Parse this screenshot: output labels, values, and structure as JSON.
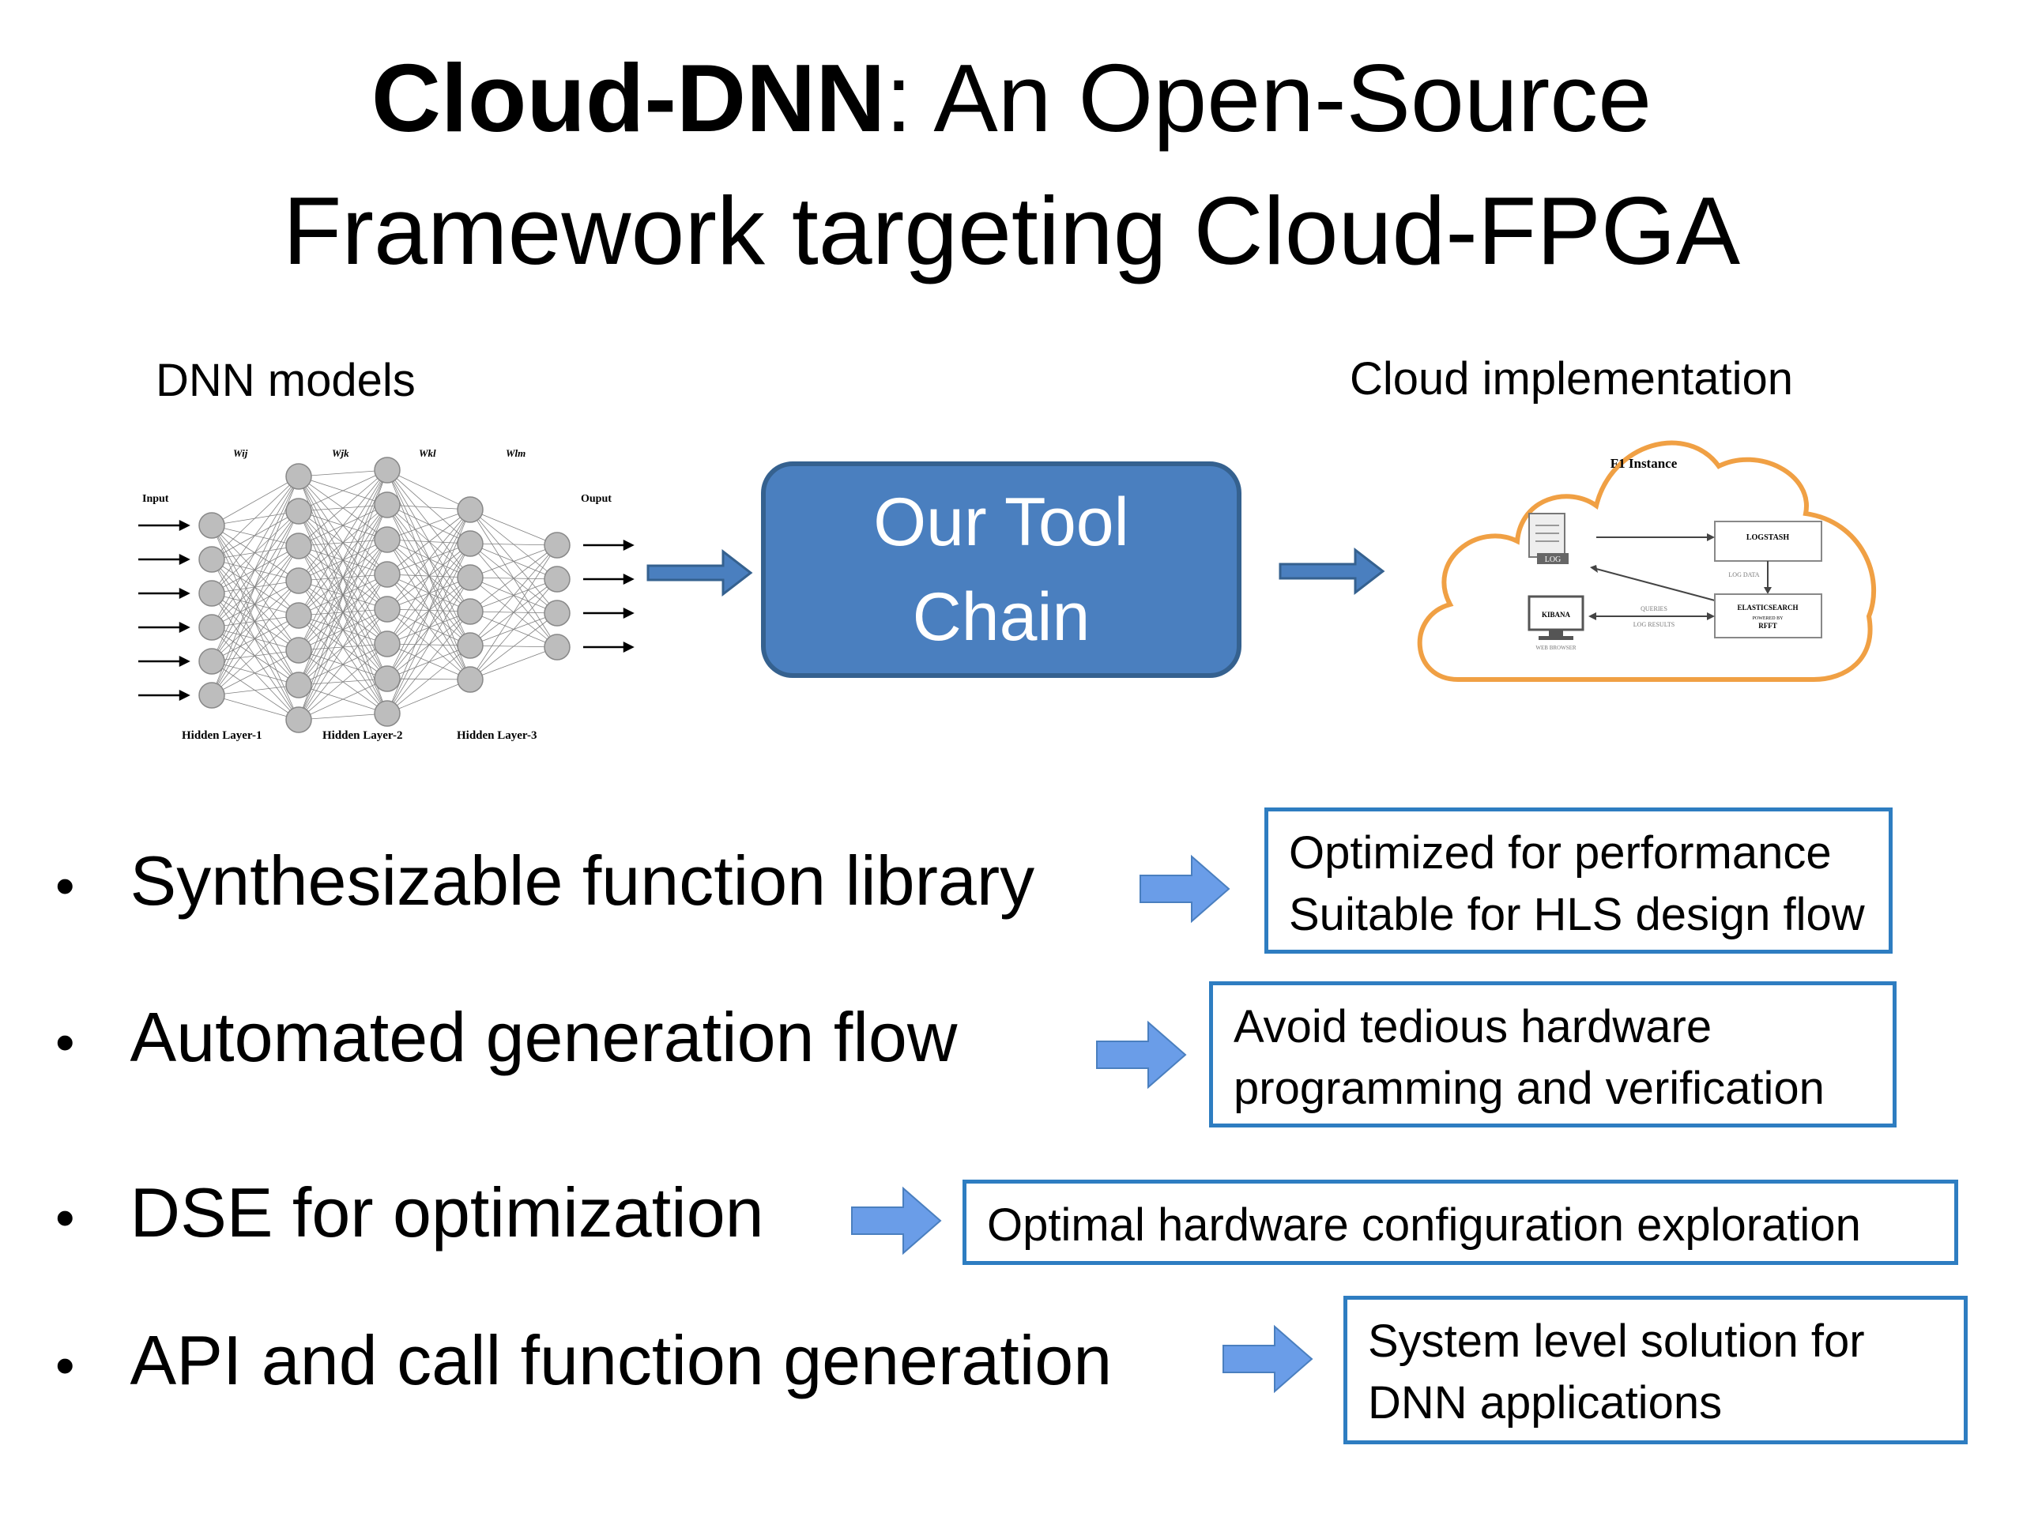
{
  "title": {
    "bold": "Cloud-DNN",
    "rest_line1": ": An Open-Source",
    "line2": "Framework targeting Cloud-FPGA"
  },
  "diagram": {
    "left_label": "DNN models",
    "right_label": "Cloud implementation",
    "center_line1": "Our Tool",
    "center_line2": "Chain",
    "nn": {
      "input_label": "Input",
      "output_label": "Ouput",
      "weights": [
        "Wij",
        "Wjk",
        "Wkl",
        "Wlm"
      ],
      "layers": [
        "Hidden Layer-1",
        "Hidden Layer-2",
        "Hidden Layer-3"
      ]
    },
    "cloud": {
      "title": "F1 Instance",
      "log": "LOG",
      "logstash": "LOGSTASH",
      "log_data": "LOG DATA",
      "kibana": "KIBANA",
      "web_browser": "WEB BROWSER",
      "queries": "QUERIES",
      "log_results": "LOG RESULTS",
      "elastic": "ELASTICSEARCH",
      "powered_by": "POWERED BY",
      "rfft": "RFFT"
    }
  },
  "bullets": [
    {
      "text": "Synthesizable function library",
      "note_lines": [
        "Optimized for performance",
        "Suitable for HLS design flow"
      ]
    },
    {
      "text": "Automated generation flow",
      "note_lines": [
        "Avoid tedious hardware",
        "programming and verification"
      ]
    },
    {
      "text": "DSE for optimization",
      "note_lines": [
        "Optimal hardware configuration exploration"
      ]
    },
    {
      "text": "API and call function generation",
      "note_lines": [
        "System level solution for",
        "DNN applications"
      ]
    }
  ],
  "colors": {
    "tool_box": "#4a7fbf",
    "arrow": "#4a7fbf",
    "note_border": "#2e7dc1",
    "cloud_outline": "#f0a044"
  },
  "bullet_char": "•"
}
